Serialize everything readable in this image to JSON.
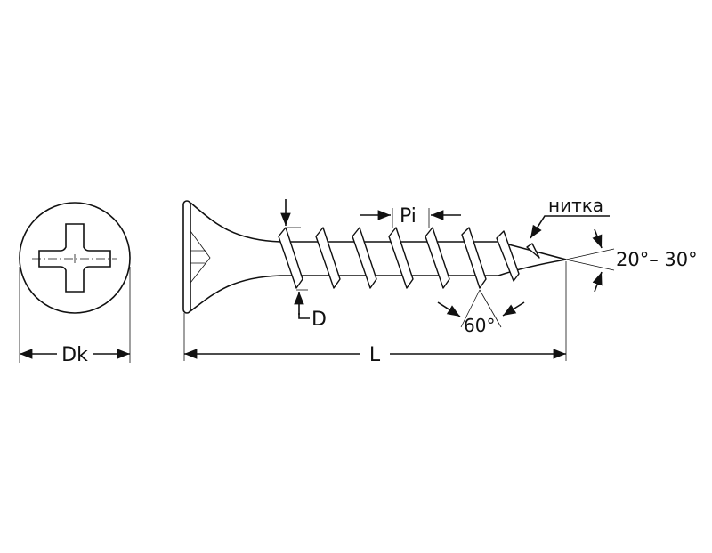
{
  "labels": {
    "head_diameter": "Dk",
    "length": "L",
    "thread_diameter": "D",
    "pitch": "Pi",
    "thread_angle": "60°",
    "thread_name": "нитка",
    "tip_angle": "20°– 30°"
  },
  "colors": {
    "line": "#111111",
    "background": "#ffffff"
  }
}
